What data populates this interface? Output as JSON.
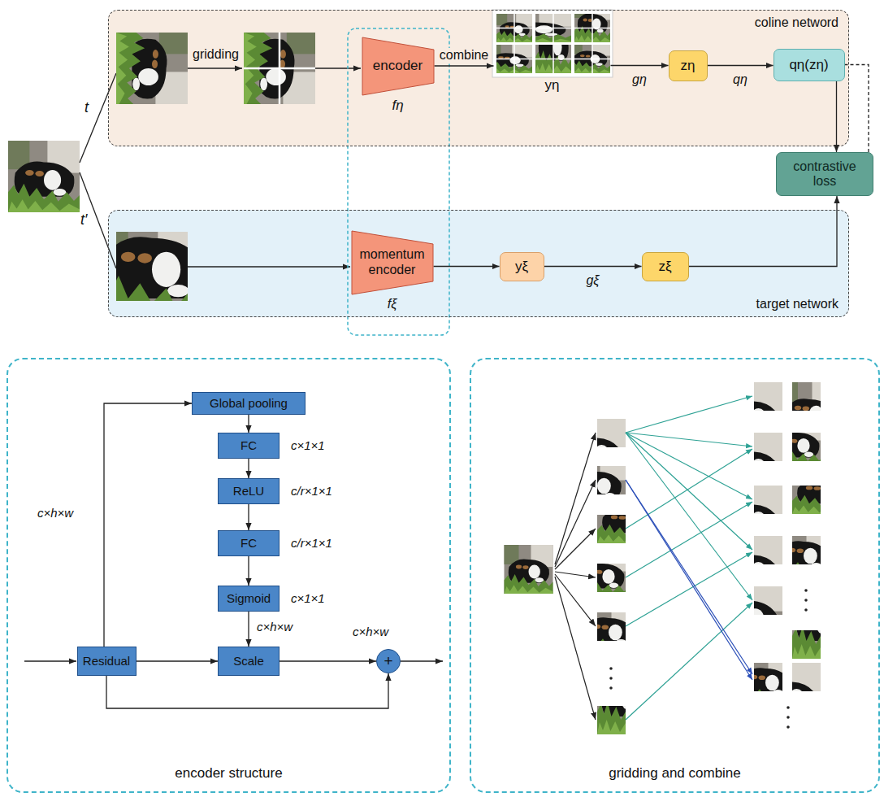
{
  "diagram": {
    "nodes": [
      {
        "text": [
          "coline netword"
        ]
      },
      {
        "text": [
          "encoder",
          "fη"
        ],
        "in": 0
      },
      {
        "text": [
          "yη"
        ],
        "in": 0
      },
      {
        "text": [
          "zη"
        ],
        "in": 0
      },
      {
        "text": [
          "qη(zη)"
        ],
        "in": 0
      },
      {
        "text": [
          "contrastive loss"
        ]
      },
      {
        "text": [
          "target network"
        ]
      },
      {
        "text": [
          "momentum encoder",
          "fξ"
        ],
        "in": 6
      },
      {
        "text": [
          "yξ"
        ],
        "in": 6
      },
      {
        "text": [
          "zξ"
        ],
        "in": 6
      },
      {
        "text": [
          "encoder structure"
        ]
      },
      {
        "text": [
          "Global pooling"
        ],
        "in": 10
      },
      {
        "text": [
          "FC"
        ],
        "in": 10
      },
      {
        "text": [
          "ReLU"
        ],
        "in": 10
      },
      {
        "text": [
          "FC"
        ],
        "in": 10
      },
      {
        "text": [
          "Sigmoid"
        ],
        "in": 10
      },
      {
        "text": [
          "Residual"
        ],
        "in": 10
      },
      {
        "text": [
          "Scale"
        ],
        "in": 10
      },
      {
        "text": [
          "+"
        ],
        "in": 10
      },
      {
        "text": [
          "gridding and combine"
        ]
      }
    ],
    "edges": [
      {
        "from": 1,
        "to": 2,
        "label": "combine",
        "arrow": "to"
      },
      {
        "from": 2,
        "to": 3,
        "label": "gη",
        "arrow": "to"
      },
      {
        "from": 3,
        "to": 4,
        "label": "qη",
        "arrow": "to"
      },
      {
        "from": 4,
        "to": 5,
        "arrow": "to"
      },
      {
        "from": 4,
        "to": 5,
        "arrow": "none"
      },
      {
        "from": 7,
        "to": 8,
        "arrow": "to"
      },
      {
        "from": 8,
        "to": 9,
        "label": "gξ",
        "arrow": "to"
      },
      {
        "from": 9,
        "to": 5,
        "arrow": "to"
      },
      {
        "from": 16,
        "to": 11,
        "arrow": "to"
      },
      {
        "from": 11,
        "to": 12,
        "arrow": "to"
      },
      {
        "from": 12,
        "to": 13,
        "arrow": "to"
      },
      {
        "from": 13,
        "to": 14,
        "arrow": "to"
      },
      {
        "from": 14,
        "to": 15,
        "arrow": "to"
      },
      {
        "from": 15,
        "to": 17,
        "arrow": "to"
      },
      {
        "from": 16,
        "to": 17,
        "arrow": "to"
      },
      {
        "from": 17,
        "to": 18,
        "arrow": "to"
      },
      {
        "from": 16,
        "to": 18,
        "arrow": "to"
      }
    ],
    "labels": [
      "t",
      "t′",
      "gridding",
      "c×h×w",
      "c×1×1",
      "c/r×1×1",
      "c/r×1×1",
      "c×1×1",
      "c×h×w",
      "c×h×w"
    ]
  }
}
